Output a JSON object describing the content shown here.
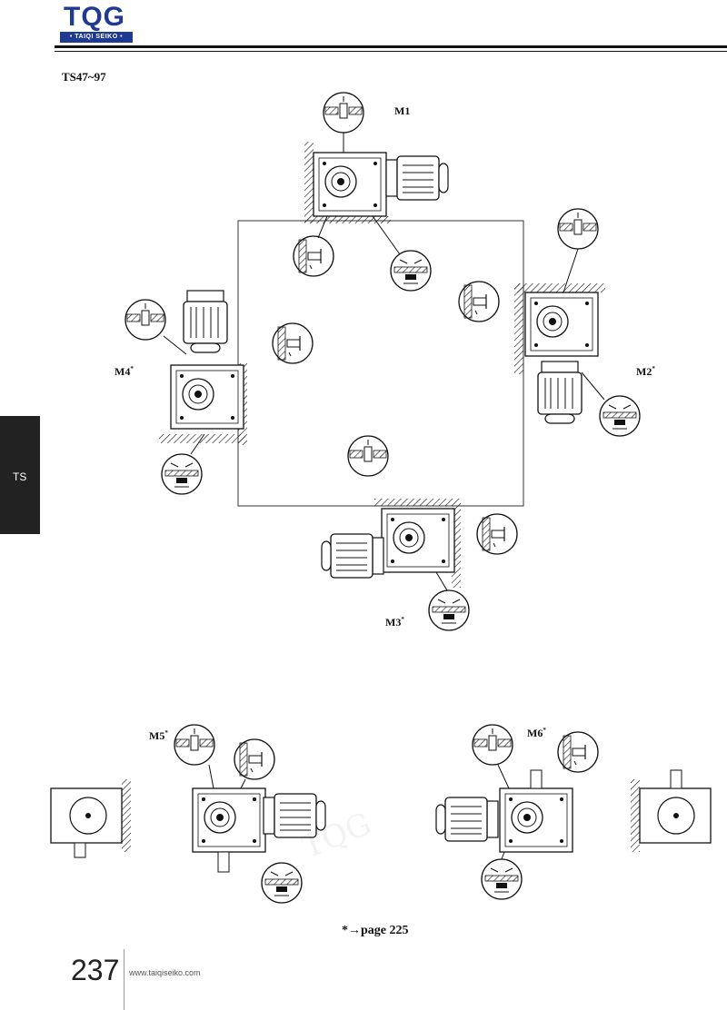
{
  "header": {
    "logo_text": "TQG",
    "brand_text": "• TAIQI SEIKO •"
  },
  "series_label": "TS47~97",
  "side_tab": {
    "label": "TS"
  },
  "mounting_positions": {
    "m1": {
      "label": "M1",
      "mark": ""
    },
    "m2": {
      "label": "M2",
      "mark": "*"
    },
    "m3": {
      "label": "M3",
      "mark": "*"
    },
    "m4": {
      "label": "M4",
      "mark": "*"
    },
    "m5": {
      "label": "M5",
      "mark": "*"
    },
    "m6": {
      "label": "M6",
      "mark": "*"
    }
  },
  "footnote": {
    "symbol": "*",
    "arrow": "→",
    "text": "page",
    "page": "225"
  },
  "footer": {
    "page_number": "237",
    "website": "www.taiqiseiko.com"
  },
  "colors": {
    "brand": "#1f3a93",
    "line": "#111111",
    "tab": "#222222"
  }
}
